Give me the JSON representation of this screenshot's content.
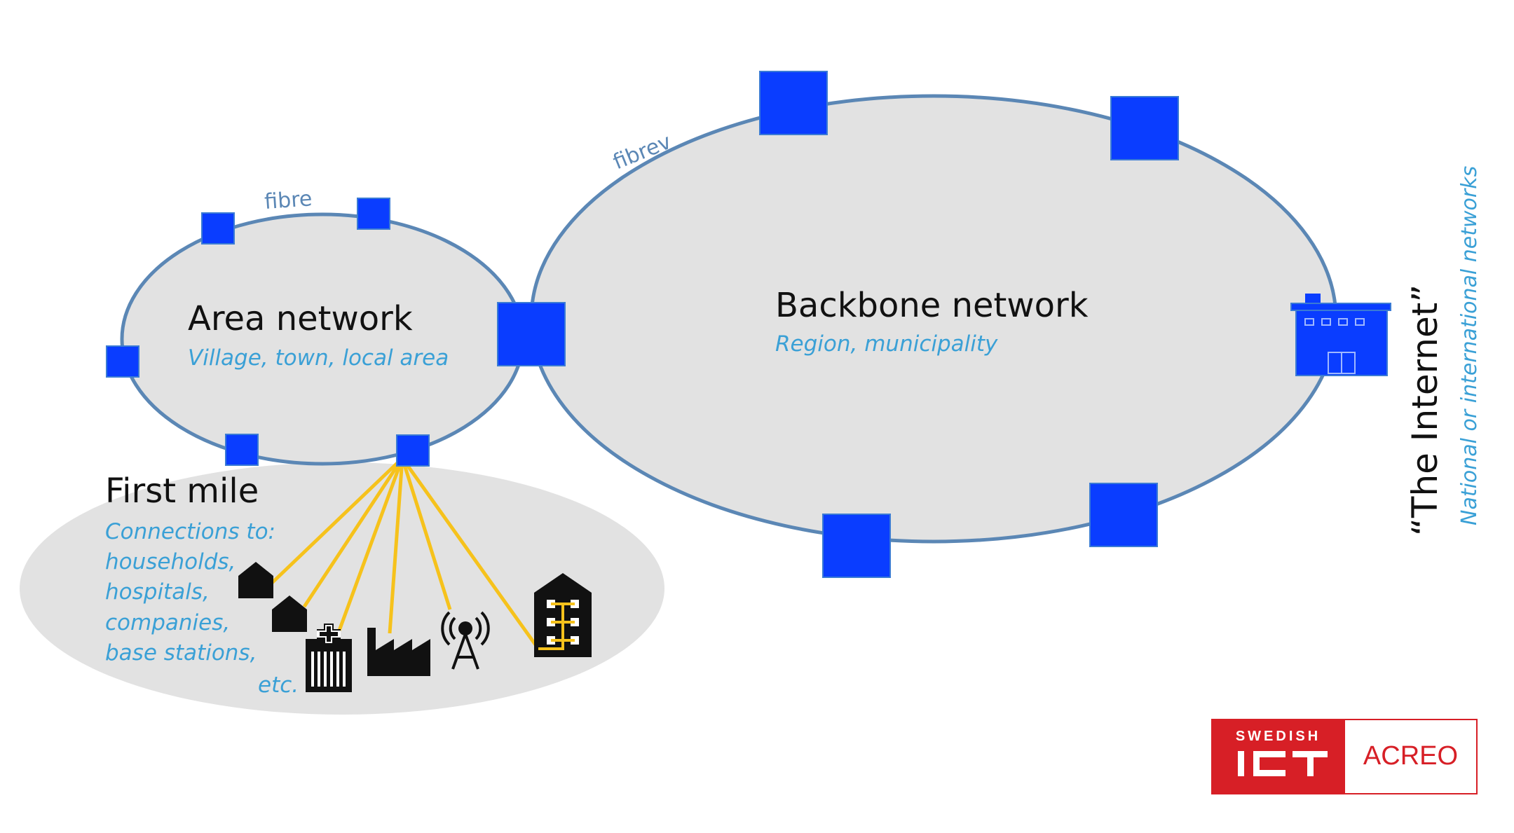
{
  "diagram": {
    "area_network": {
      "title": "Area network",
      "subtitle": "Village, town, local area",
      "link_label": "fibre"
    },
    "backbone_network": {
      "title": "Backbone network",
      "subtitle": "Region, municipality",
      "link_label": "fibrev"
    },
    "first_mile": {
      "title": "First mile",
      "description_lines": [
        "Connections to:",
        "households,",
        "hospitals,",
        "companies,",
        "base stations,"
      ],
      "etc": "etc."
    },
    "internet": {
      "title": "“The Internet”",
      "subtitle": "National or international networks"
    },
    "colors": {
      "node": "#0a3dff",
      "ring_stroke": "#5b87b5",
      "ring_fill": "#e2e2e2",
      "connection": "#f6c21c",
      "subtitle_text": "#3aa0d6",
      "logo_red": "#d71f26"
    },
    "icons": [
      "house-icon",
      "house-icon",
      "hospital-icon",
      "factory-icon",
      "radio-tower-icon",
      "apartment-building-icon",
      "data-center-icon"
    ]
  },
  "logo": {
    "top": "SWEDISH",
    "mark": "ICT",
    "name": "ACREO"
  }
}
